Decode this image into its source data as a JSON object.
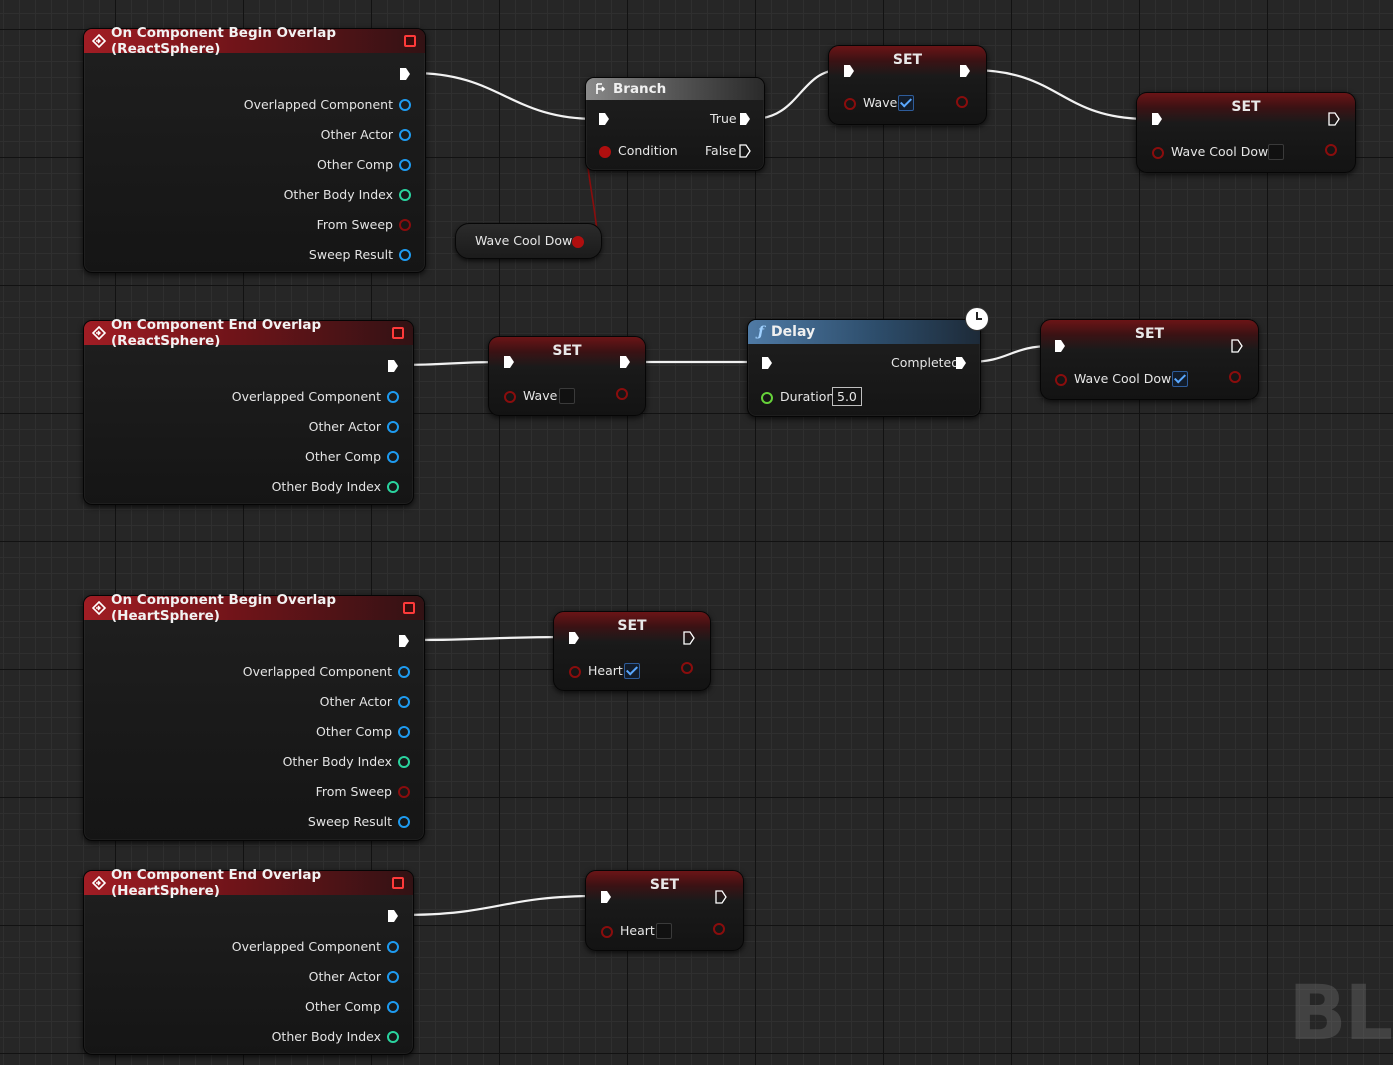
{
  "colors": {
    "event_header": "#a11d24",
    "exec_wire": "#ffffff",
    "bool_wire": "#8a0d0d",
    "object_pin": "#1e9bf0",
    "int_pin": "#2ad39e",
    "bool_pin": "#b00f0f",
    "float_pin": "#66d23a",
    "delay_header": "#4f7aa5",
    "branch_header": "#8a8a8a"
  },
  "events": [
    {
      "title": "On Component Begin Overlap (ReactSphere)",
      "pins": [
        "Overlapped Component",
        "Other Actor",
        "Other Comp",
        "Other Body Index",
        "From Sweep",
        "Sweep Result"
      ]
    },
    {
      "title": "On Component End Overlap (ReactSphere)",
      "pins": [
        "Overlapped Component",
        "Other Actor",
        "Other Comp",
        "Other Body Index"
      ]
    },
    {
      "title": "On Component Begin Overlap (HeartSphere)",
      "pins": [
        "Overlapped Component",
        "Other Actor",
        "Other Comp",
        "Other Body Index",
        "From Sweep",
        "Sweep Result"
      ]
    },
    {
      "title": "On Component End Overlap (HeartSphere)",
      "pins": [
        "Overlapped Component",
        "Other Actor",
        "Other Comp",
        "Other Body Index"
      ]
    }
  ],
  "branch": {
    "title": "Branch",
    "condition": "Condition",
    "true_label": "True",
    "false_label": "False"
  },
  "getvar_wave_cooldown": {
    "label": "Wave Cool Down"
  },
  "sets": [
    {
      "title": "SET",
      "var": "Wave",
      "checked": true
    },
    {
      "title": "SET",
      "var": "Wave Cool Down",
      "checked": false
    },
    {
      "title": "SET",
      "var": "Wave",
      "checked": false
    },
    {
      "title": "SET",
      "var": "Wave Cool Down",
      "checked": true
    },
    {
      "title": "SET",
      "var": "Heart",
      "checked": true
    },
    {
      "title": "SET",
      "var": "Heart",
      "checked": false
    }
  ],
  "delay": {
    "title": "Delay",
    "completed": "Completed",
    "duration_label": "Duration",
    "duration_value": "5.0"
  },
  "watermark": "BL"
}
